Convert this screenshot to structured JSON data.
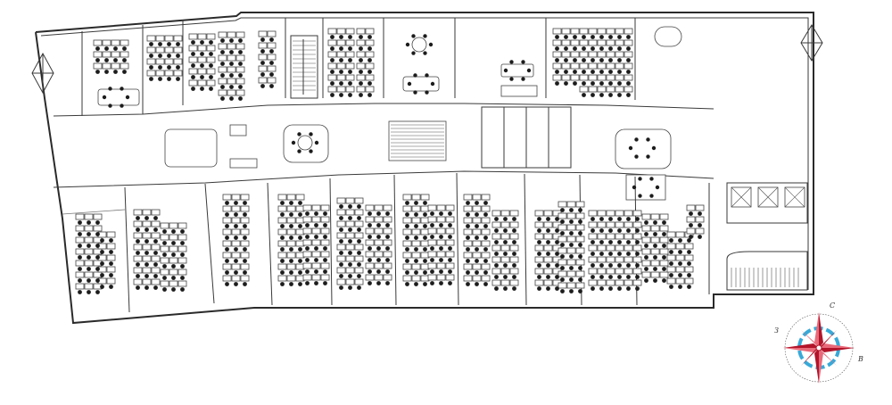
{
  "compass": {
    "north": "С",
    "west": "З",
    "east": "В",
    "colors": {
      "star_dark": "#b3142a",
      "star_light": "#e86a7a",
      "ring": "#39a9d8",
      "outline": "#555555"
    }
  },
  "colors": {
    "wall": "#2a2a2a",
    "chair": "#1c1c1c",
    "background": "#ffffff"
  }
}
